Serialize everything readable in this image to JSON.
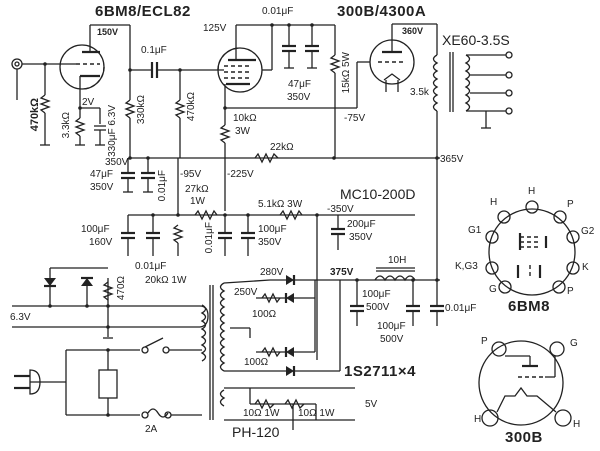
{
  "titles": {
    "driver_tube": "6BM8/ECL82",
    "output_tube": "300B/4300A",
    "output_transformer": "XE60-3.5S",
    "choke": "MC10-200D",
    "power_transformer": "PH-120",
    "rectifier": "1S2711×4",
    "pinout_6bm8": "6BM8",
    "pinout_300b": "300B"
  },
  "voltages": {
    "v150": "150V",
    "v2": "2V",
    "v125": "125V",
    "v360": "360V",
    "v350": "350V",
    "v365": "365V",
    "vm75": "-75V",
    "vm95": "-95V",
    "vm225": "-225V",
    "vm350": "-350V",
    "v280": "280V",
    "v250": "250V",
    "v375": "375V",
    "v63": "6.3V",
    "v5": "5V"
  },
  "components": {
    "r_in": "470kΩ",
    "r_k1": "3.3kΩ",
    "c_k1": "330μF 6.3V",
    "r_p1": "330kΩ",
    "c_couple": "0.1μF",
    "r_g2": "470kΩ",
    "c_001_top": "0.01μF",
    "c_47_top": "47μF",
    "c_47_top_v": "350V",
    "r_15k": "15kΩ 5W",
    "r_10k": "10kΩ",
    "r_10k_w": "3W",
    "r_22k": "22kΩ",
    "xfmr_imp": "3.5k",
    "c_47_b": "47μF",
    "c_47_b_v": "350V",
    "c_001_b": "0.01μF",
    "r_27k": "27kΩ",
    "r_27k_w": "1W",
    "c_100_160": "100μF",
    "c_100_160_v": "160V",
    "c_001_c": "0.01μF",
    "c_001_d": "0.01μF",
    "r_51k": "5.1kΩ 3W",
    "c_100_350": "100μF",
    "c_100_350_v": "350V",
    "c_200": "200μF",
    "c_200_v": "350V",
    "choke_val": "10H",
    "r_470": "470Ω",
    "pot_20k": "20kΩ 1W",
    "r_100a": "100Ω",
    "r_100b": "100Ω",
    "c_100_500a": "100μF",
    "c_100_500a_v": "500V",
    "c_100_500b": "100μF",
    "c_100_500b_v": "500V",
    "c_001_out": "0.01μF",
    "fuse": "2A",
    "r_10_1": "10Ω 1W",
    "r_10_2": "10Ω 1W"
  },
  "pins_6bm8": [
    "H",
    "H",
    "P",
    "G1",
    "G2",
    "K,G3",
    "K",
    "G",
    "P"
  ],
  "pins_300b": [
    "P",
    "G",
    "H",
    "H"
  ]
}
